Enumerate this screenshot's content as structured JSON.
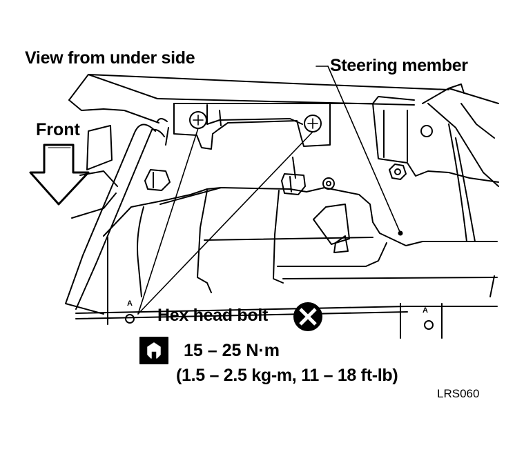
{
  "labels": {
    "view": "View from under side",
    "front": "Front",
    "steering_member": "Steering member",
    "hex_head_bolt": "Hex head bolt",
    "torque_nm": "15 – 25 N·m",
    "torque_alt": "(1.5 – 2.5 kg-m, 11 – 18 ft-lb)",
    "figure_id": "LRS060",
    "stamp_mark": "A"
  },
  "icons": {
    "front_arrow": "down-arrow-icon",
    "do_not_reuse": "circled-x-icon",
    "torque_wrench": "wrench-icon"
  },
  "colors": {
    "ink": "#000000",
    "paper": "#ffffff"
  }
}
